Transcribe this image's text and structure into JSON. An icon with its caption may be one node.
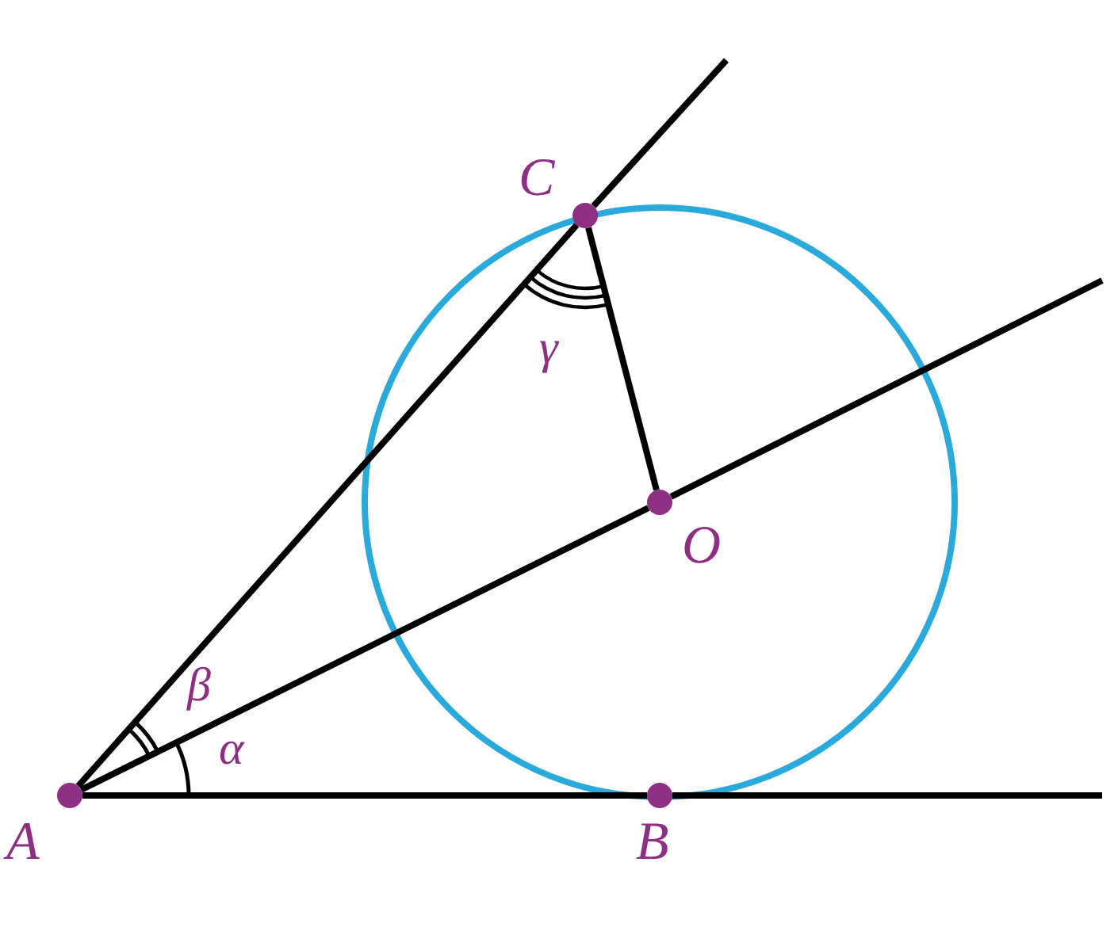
{
  "diagram": {
    "nodes": [
      {
        "text": [],
        "shape": "circle",
        "beside": [
          "C"
        ]
      },
      {
        "text": [],
        "shape": "circle",
        "beside": [
          "O"
        ]
      },
      {
        "text": [],
        "shape": "circle",
        "beside": [
          "A"
        ]
      },
      {
        "text": [],
        "shape": "circle",
        "beside": [
          "B"
        ]
      }
    ],
    "edges": [
      {
        "from": 2,
        "to": 3,
        "arrow": "none"
      },
      {
        "from": 2,
        "to": 1,
        "arrow": "none"
      },
      {
        "from": 2,
        "to": 0,
        "arrow": "none"
      },
      {
        "from": 0,
        "to": 1,
        "arrow": "none"
      }
    ],
    "labels": [
      "γ",
      "β",
      "α"
    ]
  }
}
